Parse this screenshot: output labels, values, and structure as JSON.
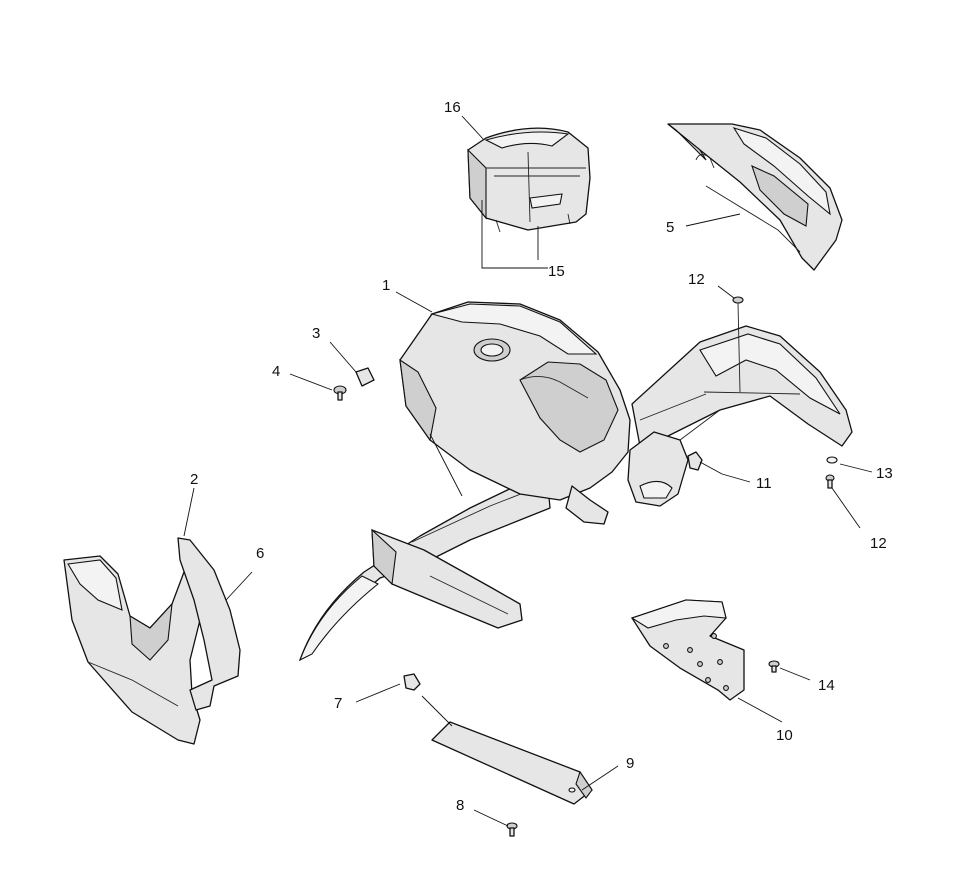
{
  "callouts": {
    "c1": "1",
    "c2": "2",
    "c3": "3",
    "c4": "4",
    "c5": "5",
    "c6": "6",
    "c7": "7",
    "c8": "8",
    "c9": "9",
    "c10": "10",
    "c11": "11",
    "c12a": "12",
    "c12b": "12",
    "c13": "13",
    "c14": "14",
    "c15": "15",
    "c16": "16"
  }
}
